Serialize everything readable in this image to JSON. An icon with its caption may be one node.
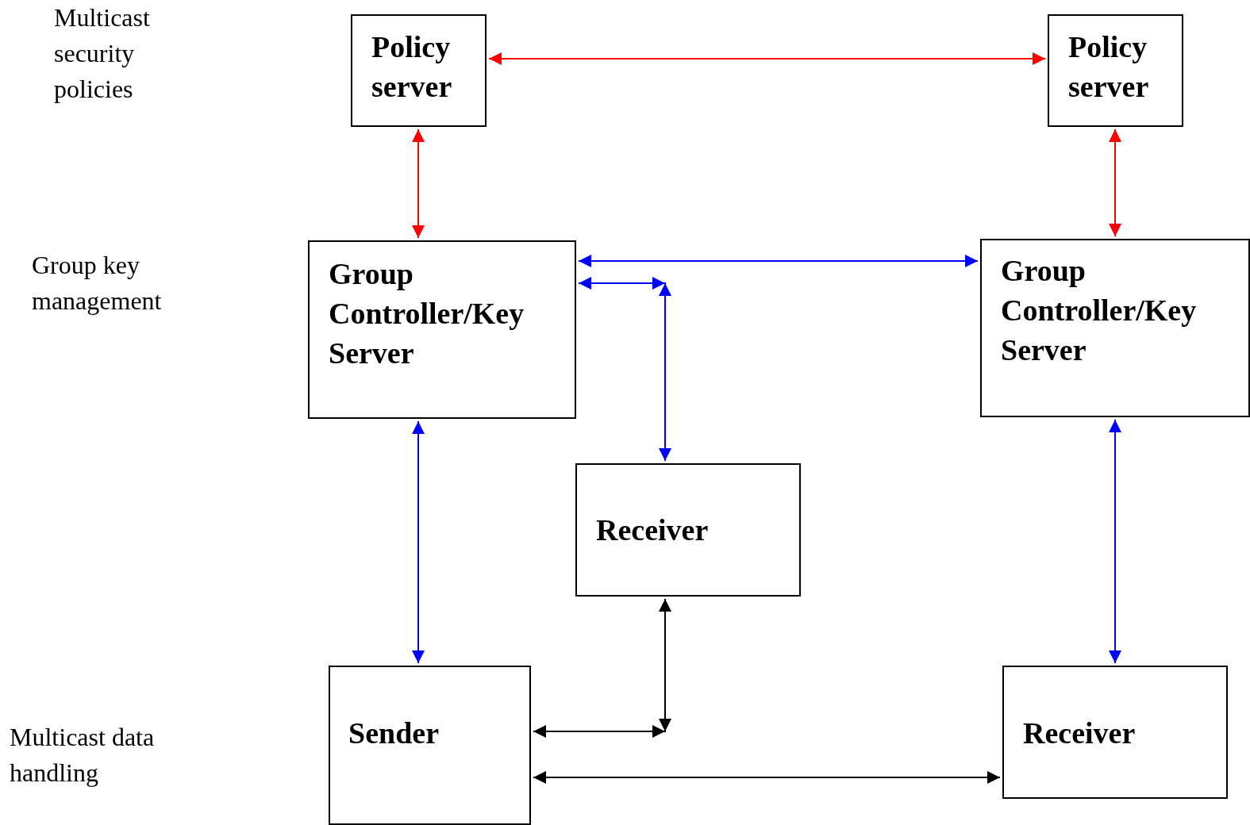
{
  "diagram": {
    "nodes": [
      {
        "text": [
          "Policy server"
        ]
      },
      {
        "text": [
          "Policy server"
        ]
      },
      {
        "text": [
          "Group Controller/Key Server"
        ]
      },
      {
        "text": [
          "Group Controller/Key Server"
        ]
      },
      {
        "text": [
          "Receiver"
        ]
      },
      {
        "text": [
          "Sender"
        ]
      },
      {
        "text": [
          "Receiver"
        ]
      }
    ],
    "edges": [
      {
        "from": 0,
        "to": 1,
        "arrow": "both",
        "color": "#ff0000"
      },
      {
        "from": 0,
        "to": 2,
        "arrow": "both",
        "color": "#ff0000"
      },
      {
        "from": 1,
        "to": 3,
        "arrow": "both",
        "color": "#ff0000"
      },
      {
        "from": 2,
        "to": 3,
        "arrow": "both",
        "color": "#0000ff"
      },
      {
        "from": 2,
        "to": 4,
        "arrow": "both",
        "color": "#0000ff"
      },
      {
        "from": 2,
        "to": 5,
        "arrow": "both",
        "color": "#0000ff"
      },
      {
        "from": 3,
        "to": 6,
        "arrow": "both",
        "color": "#0000ff"
      },
      {
        "from": 4,
        "to": 5,
        "arrow": "both",
        "color": "#000000"
      },
      {
        "from": 5,
        "to": 6,
        "arrow": "both",
        "color": "#000000"
      }
    ],
    "labels": [
      "Multicast security policies",
      "Group key management",
      "Multicast data handling"
    ]
  }
}
